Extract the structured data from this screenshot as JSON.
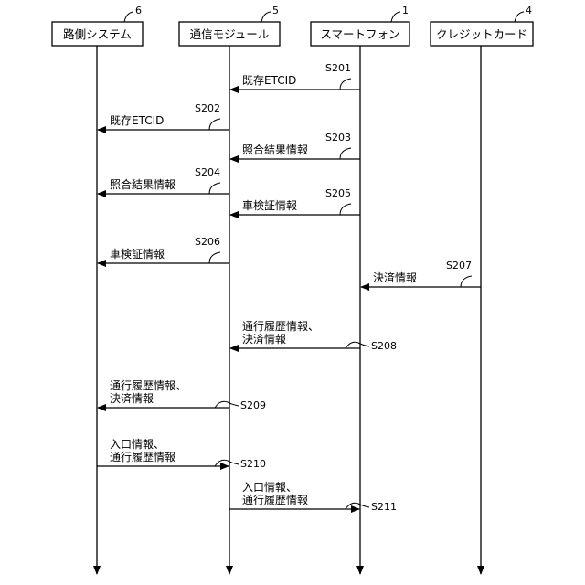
{
  "participants": [
    {
      "id": "roadside",
      "label": "路側システム",
      "ref": "6"
    },
    {
      "id": "comm",
      "label": "通信モジュール",
      "ref": "5"
    },
    {
      "id": "phone",
      "label": "スマートフォン",
      "ref": "1"
    },
    {
      "id": "card",
      "label": "クレジットカード",
      "ref": "4"
    }
  ],
  "messages": [
    {
      "step": "S201",
      "from": "phone",
      "to": "comm",
      "lines": [
        "既存ETCID"
      ]
    },
    {
      "step": "S202",
      "from": "comm",
      "to": "roadside",
      "lines": [
        "既存ETCID"
      ]
    },
    {
      "step": "S203",
      "from": "phone",
      "to": "comm",
      "lines": [
        "照合結果情報"
      ]
    },
    {
      "step": "S204",
      "from": "comm",
      "to": "roadside",
      "lines": [
        "照合結果情報"
      ]
    },
    {
      "step": "S205",
      "from": "phone",
      "to": "comm",
      "lines": [
        "車検証情報"
      ]
    },
    {
      "step": "S206",
      "from": "comm",
      "to": "roadside",
      "lines": [
        "車検証情報"
      ]
    },
    {
      "step": "S207",
      "from": "card",
      "to": "phone",
      "lines": [
        "決済情報"
      ]
    },
    {
      "step": "S208",
      "from": "phone",
      "to": "comm",
      "lines": [
        "通行履歴情報、",
        "決済情報"
      ]
    },
    {
      "step": "S209",
      "from": "comm",
      "to": "roadside",
      "lines": [
        "通行履歴情報、",
        "決済情報"
      ]
    },
    {
      "step": "S210",
      "from": "roadside",
      "to": "comm",
      "lines": [
        "入口情報、",
        "通行履歴情報"
      ]
    },
    {
      "step": "S211",
      "from": "comm",
      "to": "phone",
      "lines": [
        "入口情報、",
        "通行履歴情報"
      ]
    }
  ]
}
